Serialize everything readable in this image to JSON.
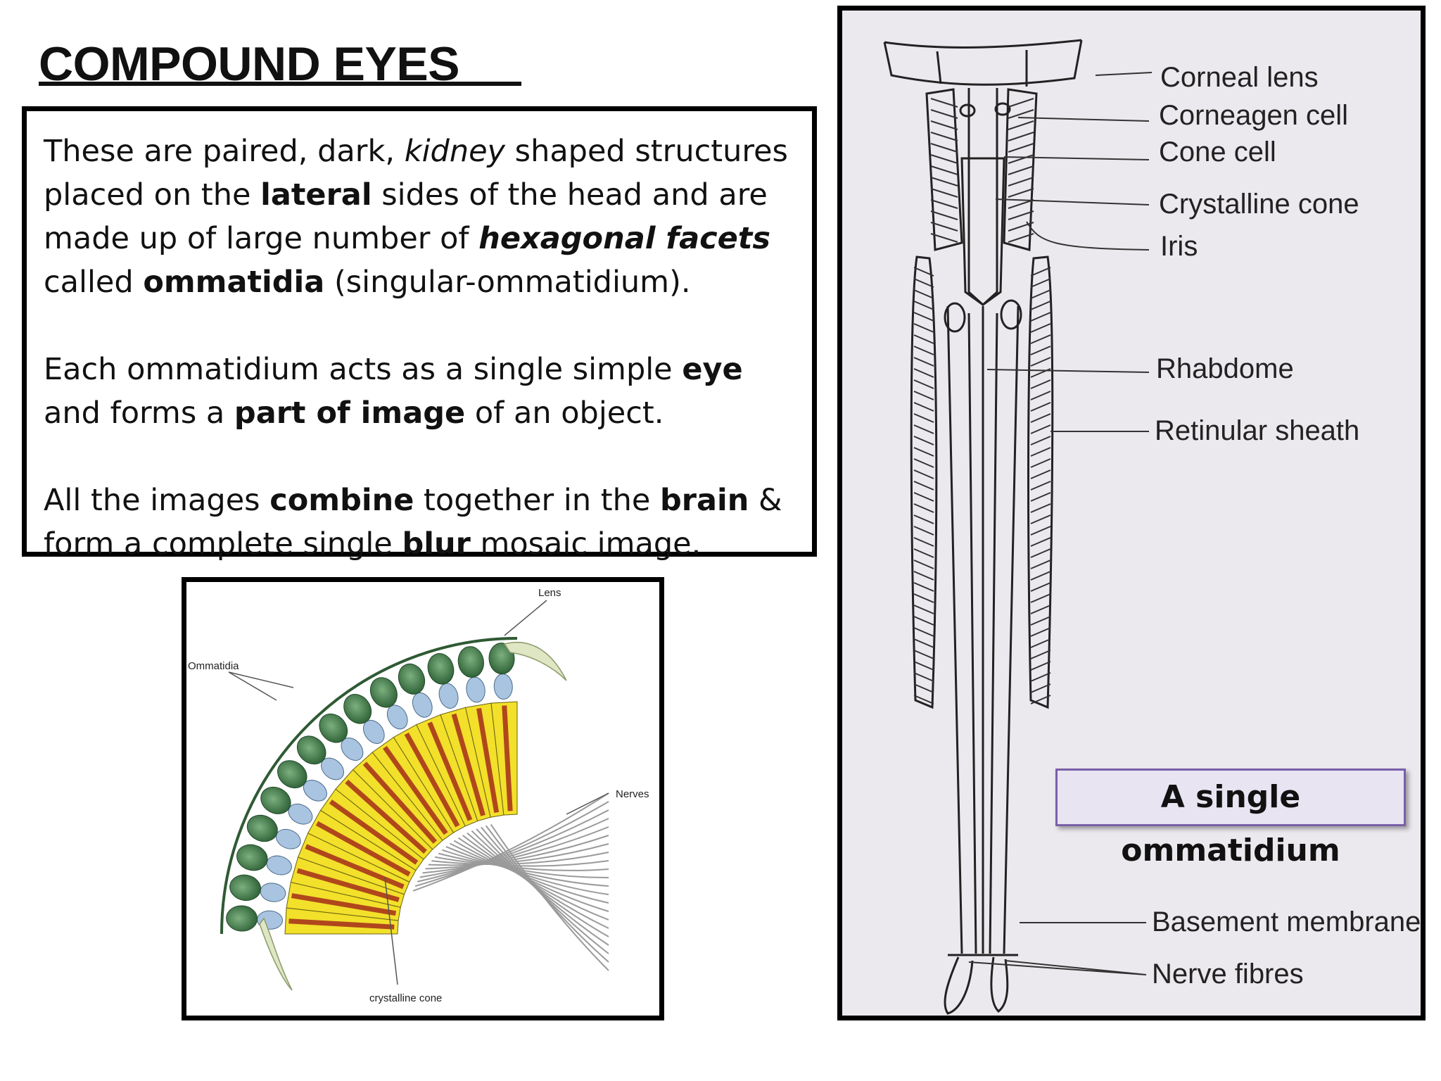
{
  "slide": {
    "title": "COMPOUND EYES",
    "paragraphs": [
      [
        {
          "t": "These are paired, dark, ",
          "s": ""
        },
        {
          "t": "kidney",
          "s": "i"
        },
        {
          "t": " shaped structures placed on the ",
          "s": ""
        },
        {
          "t": "lateral",
          "s": "b"
        },
        {
          "t": " sides of the head and are made up of large number of ",
          "s": ""
        },
        {
          "t": "hexagonal facets",
          "s": "bi"
        },
        {
          "t": " called ",
          "s": ""
        },
        {
          "t": "ommatidia",
          "s": "b"
        },
        {
          "t": " (singular-ommatidium).",
          "s": ""
        }
      ],
      [
        {
          "t": "Each ommatidium acts as a single simple ",
          "s": ""
        },
        {
          "t": "eye",
          "s": "b"
        },
        {
          "t": " and forms a ",
          "s": ""
        },
        {
          "t": "part of image",
          "s": "b"
        },
        {
          "t": " of an object.",
          "s": ""
        }
      ],
      [
        {
          "t": "All the images ",
          "s": ""
        },
        {
          "t": "combine",
          "s": "b"
        },
        {
          "t": " together in the ",
          "s": ""
        },
        {
          "t": "brain",
          "s": "b"
        },
        {
          "t": " & form a complete single ",
          "s": ""
        },
        {
          "t": "blur",
          "s": "b"
        },
        {
          "t": " mosaic image.",
          "s": ""
        }
      ]
    ]
  },
  "left_figure": {
    "labels": {
      "lens": "Lens",
      "ommatidia": "Ommatidia",
      "nerves": "Nerves",
      "crystalline_cone": "crystalline cone"
    }
  },
  "right_figure": {
    "labels": {
      "corneal_lens": "Corneal  lens",
      "corneagen_cell": "Corneagen cell",
      "cone_cell": "Cone cell",
      "crystalline_cone": "Crystalline  cone",
      "iris": "Iris",
      "rhabdome": "Rhabdome",
      "retinular_sheath": "Retinular sheath",
      "basement_membrane": "Basement membrane",
      "nerve_fibres": "Nerve  fibres"
    },
    "caption": "A single ommatidium"
  },
  "colors": {
    "facet_green": "#3f7a45",
    "cone_blue": "#a9c4e0",
    "rhabdom_yellow": "#f2e02a",
    "pigment_red": "#b0471c",
    "caption_border": "#7a5fa8"
  }
}
